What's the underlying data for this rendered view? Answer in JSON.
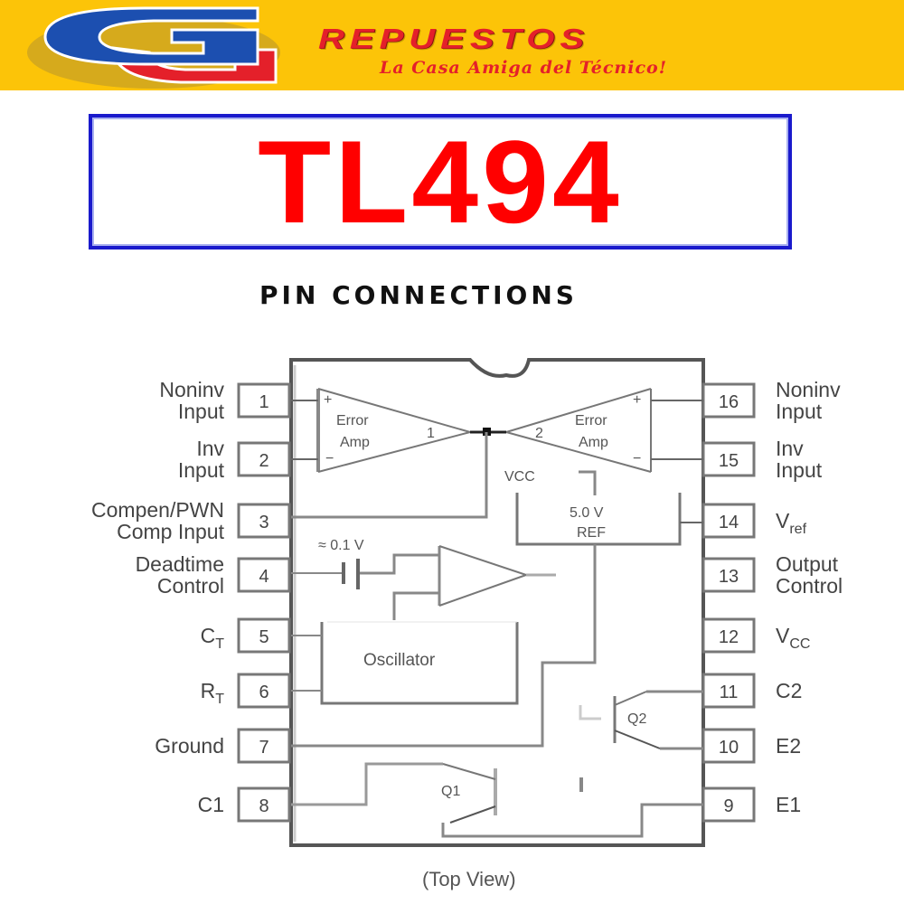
{
  "banner": {
    "logo_letters": "GG",
    "brand_name": "REPUESTOS",
    "tagline": "La Casa Amiga del Técnico!",
    "colors": {
      "background": "#fcc408",
      "logo_blue": "#1c4fb0",
      "logo_red": "#e4202a",
      "text_red": "#e4202a"
    }
  },
  "chip": {
    "part_number": "TL494",
    "title_color": "#ff0000",
    "border_color": "#1a1acc"
  },
  "diagram": {
    "section_title": "PIN CONNECTIONS",
    "view_label": "(Top View)",
    "left_pins": [
      {
        "number": "1",
        "label_lines": [
          "Noninv",
          "Input"
        ]
      },
      {
        "number": "2",
        "label_lines": [
          "Inv",
          "Input"
        ]
      },
      {
        "number": "3",
        "label_lines": [
          "Compen/PWN",
          "Comp Input"
        ]
      },
      {
        "number": "4",
        "label_lines": [
          "Deadtime",
          "Control"
        ]
      },
      {
        "number": "5",
        "label_main": "C",
        "label_sub": "T"
      },
      {
        "number": "6",
        "label_main": "R",
        "label_sub": "T"
      },
      {
        "number": "7",
        "label_lines": [
          "Ground"
        ]
      },
      {
        "number": "8",
        "label_lines": [
          "C1"
        ]
      }
    ],
    "right_pins": [
      {
        "number": "16",
        "label_lines": [
          "Noninv",
          "Input"
        ]
      },
      {
        "number": "15",
        "label_lines": [
          "Inv",
          "Input"
        ]
      },
      {
        "number": "14",
        "label_main": "V",
        "label_sub": "ref"
      },
      {
        "number": "13",
        "label_lines": [
          "Output",
          "Control"
        ]
      },
      {
        "number": "12",
        "label_main": "V",
        "label_sub": "CC"
      },
      {
        "number": "11",
        "label_lines": [
          "C2"
        ]
      },
      {
        "number": "10",
        "label_lines": [
          "E2"
        ]
      },
      {
        "number": "9",
        "label_lines": [
          "E1"
        ]
      }
    ],
    "blocks": {
      "error_amp_1": {
        "lines": [
          "Error",
          "Amp"
        ],
        "plus": "+",
        "minus": "−",
        "number": "1"
      },
      "error_amp_2": {
        "lines": [
          "Error",
          "Amp"
        ],
        "plus": "+",
        "minus": "−",
        "number": "2"
      },
      "vcc_label": "VCC",
      "reference": {
        "lines": [
          "5.0 V",
          "REF"
        ]
      },
      "deadtime_offset": "≈ 0.1 V",
      "oscillator": "Oscillator",
      "transistor_1": "Q1",
      "transistor_2": "Q2"
    }
  }
}
